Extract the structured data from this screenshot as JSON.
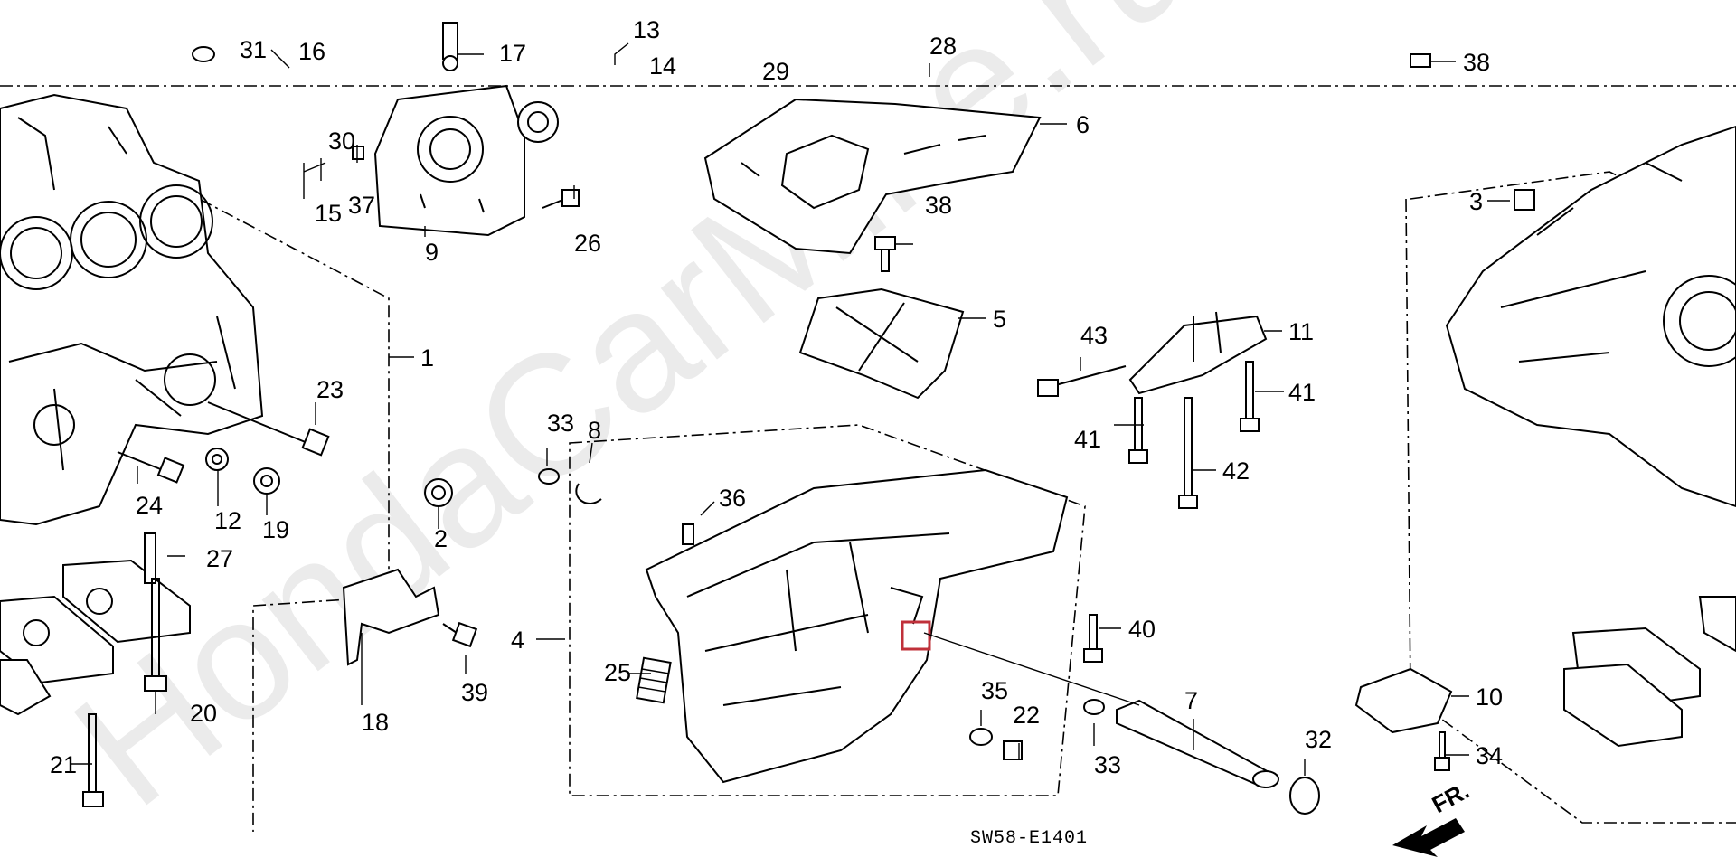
{
  "diagram": {
    "code": "SW58-E1401",
    "watermark": "HondaCarMine.ru",
    "front_label": "FR.",
    "highlight_color": "#c0303a",
    "callouts": [
      "1",
      "2",
      "3",
      "4",
      "5",
      "6",
      "7",
      "8",
      "9",
      "10",
      "11",
      "12",
      "13",
      "14",
      "15",
      "16",
      "17",
      "18",
      "19",
      "20",
      "21",
      "22",
      "23",
      "24",
      "25",
      "26",
      "27",
      "28",
      "29",
      "30",
      "31",
      "32",
      "33",
      "33",
      "34",
      "35",
      "36",
      "37",
      "38",
      "38",
      "39",
      "40",
      "41",
      "41",
      "42",
      "43"
    ]
  }
}
